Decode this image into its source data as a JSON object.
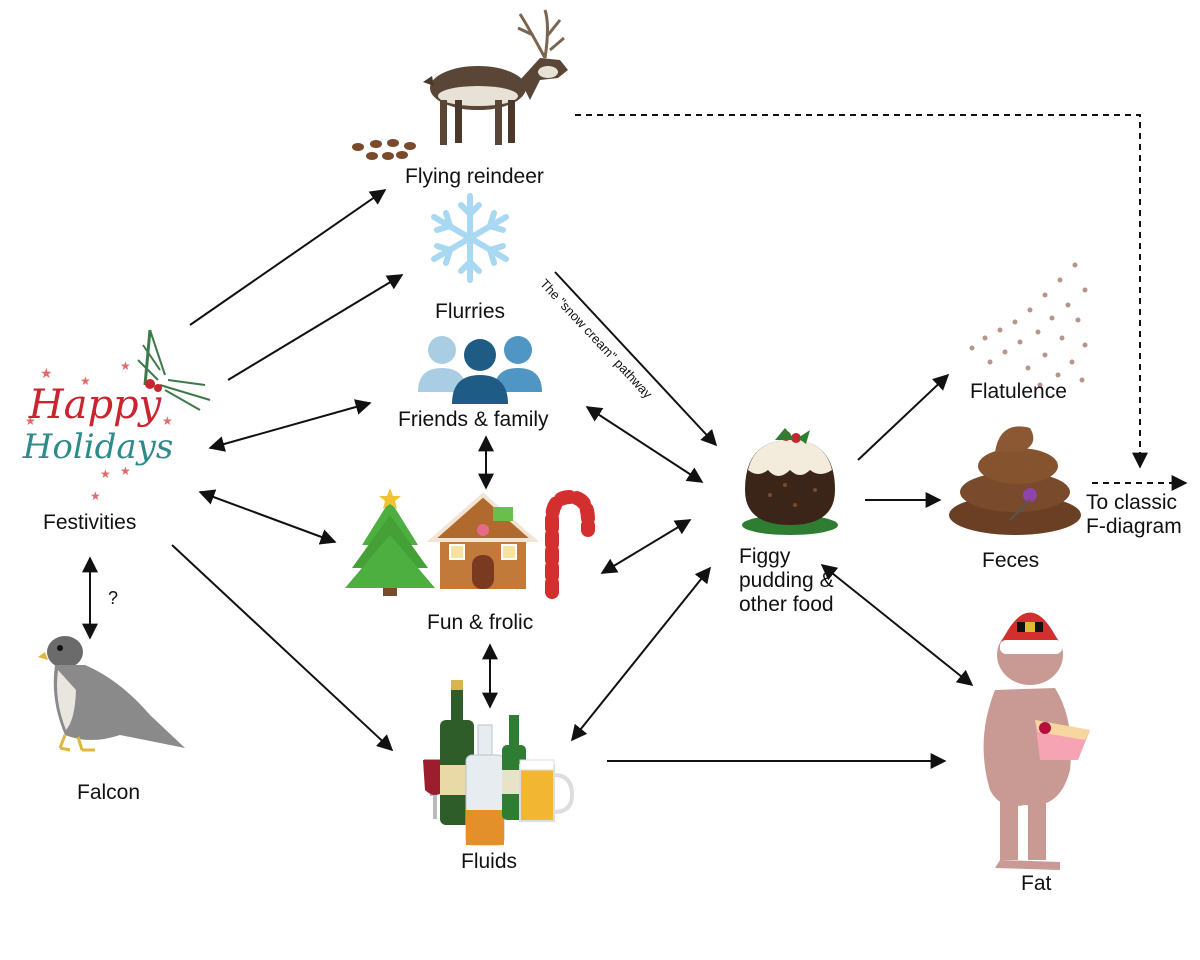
{
  "nodes": {
    "flying_reindeer": "Flying reindeer",
    "flurries": "Flurries",
    "friends_family": "Friends & family",
    "fun_frolic": "Fun & frolic",
    "fluids": "Fluids",
    "festivities": "Festivities",
    "falcon": "Falcon",
    "figgy_line1": "Figgy",
    "figgy_line2": "pudding &",
    "figgy_line3": "other food",
    "flatulence": "Flatulence",
    "feces": "Feces",
    "fat": "Fat",
    "classic_line1": "To classic",
    "classic_line2": "F-diagram"
  },
  "annotations": {
    "snow_cream": "The \"snow cream\" pathway",
    "question": "?"
  },
  "logo": {
    "line1": "Happy",
    "line2": "Holidays"
  },
  "colors": {
    "happy_red": "#c8252f",
    "holidays_teal": "#2e8b8a",
    "reindeer": "#5a4636",
    "snowflake": "#a9d8f2",
    "people_light": "#a9cde3",
    "people_mid": "#4f96c4",
    "people_dark": "#1e5c86",
    "tree": "#4caf3f",
    "gingerbread": "#c17a3a",
    "candy_red": "#d32f2f",
    "pudding": "#3b2418",
    "poop": "#7a4a2c",
    "fat_body": "#c89a93",
    "falcon": "#8a8a8a",
    "bottle_green": "#2f5d2a",
    "beer": "#f2b632"
  }
}
